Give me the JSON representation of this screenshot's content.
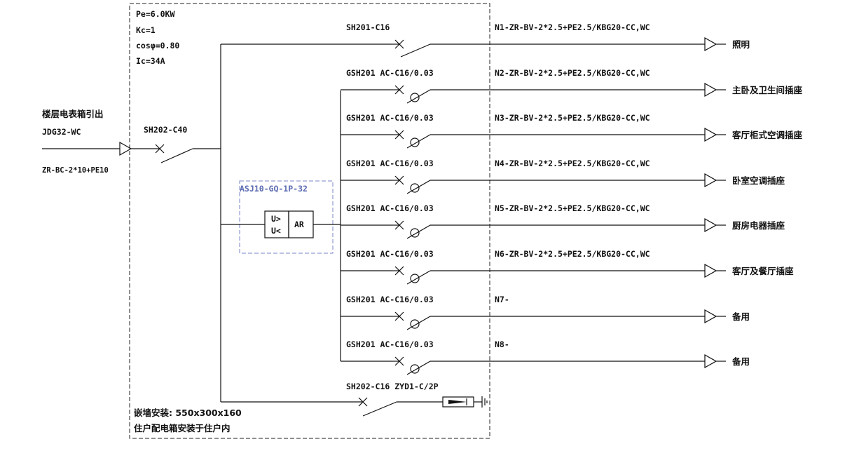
{
  "panel": {
    "params": [
      "Pe=6.0KW",
      "Kc=1",
      "cosφ=0.80",
      "Ic=34A"
    ],
    "install": [
      "嵌墙安装: 550x300x160",
      "住户配电箱安装于住户内"
    ]
  },
  "incoming": {
    "source": "楼层电表箱引出",
    "conduit": "JDG32-WC",
    "cable": "ZR-BC-2*10+PE10",
    "breaker": "SH202-C40"
  },
  "protector": {
    "model": "ASJ10-GQ-1P-32",
    "left": [
      "U>",
      "U<"
    ],
    "right": "AR"
  },
  "circuits": [
    {
      "breaker": "SH201-C16",
      "cable": "N1-ZR-BV-2*2.5+PE2.5/KBG20-CC,WC",
      "load": "照明",
      "rcd": false
    },
    {
      "breaker": "GSH201 AC-C16/0.03",
      "cable": "N2-ZR-BV-2*2.5+PE2.5/KBG20-CC,WC",
      "load": "主卧及卫生间插座",
      "rcd": true
    },
    {
      "breaker": "GSH201 AC-C16/0.03",
      "cable": "N3-ZR-BV-2*2.5+PE2.5/KBG20-CC,WC",
      "load": "客厅柜式空调插座",
      "rcd": true
    },
    {
      "breaker": "GSH201 AC-C16/0.03",
      "cable": "N4-ZR-BV-2*2.5+PE2.5/KBG20-CC,WC",
      "load": "卧室空调插座",
      "rcd": true
    },
    {
      "breaker": "GSH201 AC-C16/0.03",
      "cable": "N5-ZR-BV-2*2.5+PE2.5/KBG20-CC,WC",
      "load": "厨房电器插座",
      "rcd": true
    },
    {
      "breaker": "GSH201 AC-C16/0.03",
      "cable": "N6-ZR-BV-2*2.5+PE2.5/KBG20-CC,WC",
      "load": "客厅及餐厅插座",
      "rcd": true
    },
    {
      "breaker": "GSH201 AC-C16/0.03",
      "cable": "N7-",
      "load": "备用",
      "rcd": true
    },
    {
      "breaker": "GSH201 AC-C16/0.03",
      "cable": "N8-",
      "load": "备用",
      "rcd": true
    }
  ],
  "spd": {
    "label": "SH202-C16  ZYD1-C/2P"
  },
  "colors": {
    "line": "#111111",
    "dashed_box": "#222222",
    "protector_box": "#7a86c8",
    "protector_text": "#5a6ab0"
  }
}
